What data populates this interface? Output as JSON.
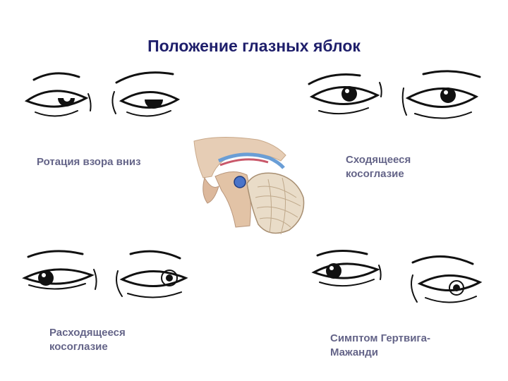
{
  "title": "Положение глазных яблок",
  "panels": {
    "downward_gaze": {
      "label": "Ротация взора вниз",
      "icon": "eyes-looking-down-icon"
    },
    "convergent_strabismus": {
      "label_lines": [
        "Сходящееся",
        "косоглазие"
      ],
      "icon": "eyes-converging-icon"
    },
    "divergent_strabismus": {
      "label_lines": [
        "Расходящееся",
        "косоглазие"
      ],
      "icon": "eyes-diverging-icon"
    },
    "hertwig_magendie": {
      "label_lines": [
        "Симптом Гертвига-",
        "Мажанди"
      ],
      "icon": "eyes-skew-deviation-icon"
    }
  },
  "brain_illustration": {
    "icon": "brainstem-sagittal-section-icon",
    "marker_color": "#4a74c9"
  }
}
